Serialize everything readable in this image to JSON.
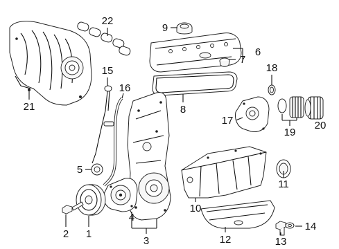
{
  "callouts": [
    {
      "id": "1",
      "part": "crankshaft-pulley"
    },
    {
      "id": "2",
      "part": "pulley-bolt"
    },
    {
      "id": "3",
      "part": "timing-cover-group"
    },
    {
      "id": "4",
      "part": "water-pump"
    },
    {
      "id": "5",
      "part": "front-seal"
    },
    {
      "id": "6",
      "part": "valve-cover-group"
    },
    {
      "id": "7",
      "part": "cover-grommets"
    },
    {
      "id": "8",
      "part": "valve-cover-gasket"
    },
    {
      "id": "9",
      "part": "oil-filler-cap"
    },
    {
      "id": "10",
      "part": "upper-oil-pan"
    },
    {
      "id": "11",
      "part": "rear-main-seal"
    },
    {
      "id": "12",
      "part": "lower-oil-pan"
    },
    {
      "id": "13",
      "part": "drain-plug"
    },
    {
      "id": "14",
      "part": "drain-plug-washer"
    },
    {
      "id": "15",
      "part": "oil-dipstick"
    },
    {
      "id": "16",
      "part": "dipstick-tube"
    },
    {
      "id": "17",
      "part": "oil-filter-housing"
    },
    {
      "id": "18",
      "part": "housing-o-ring"
    },
    {
      "id": "19",
      "part": "oil-filter-element"
    },
    {
      "id": "20",
      "part": "oil-filter-cap"
    },
    {
      "id": "21",
      "part": "intake-manifold"
    },
    {
      "id": "22",
      "part": "intake-gaskets"
    }
  ]
}
